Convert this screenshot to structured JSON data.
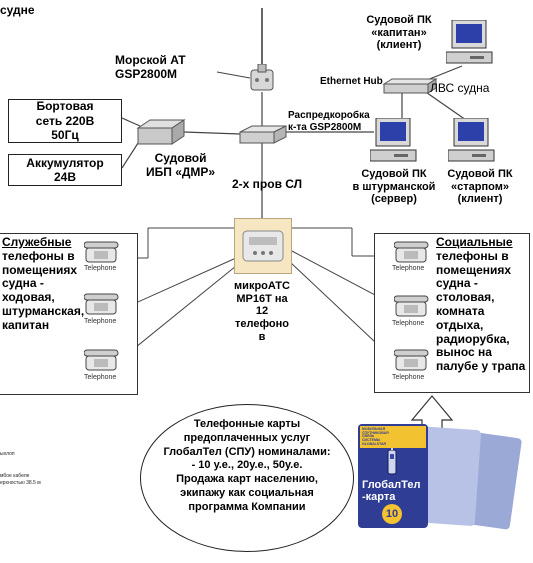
{
  "title_fragment": "судне",
  "nodes": {
    "marine_terminal": [
      "Морской АТ",
      "GSP2800M"
    ],
    "junction_box": [
      "Распредкоробка",
      "к-та GSP2800M"
    ],
    "onboard_power": [
      "Бортовая",
      "сеть 220В",
      "50Гц"
    ],
    "battery": [
      "Аккумулятор",
      "24В"
    ],
    "ups": [
      "Судовой",
      "ИБП «ДМР»"
    ],
    "two_wire": "2-х пров СЛ",
    "ethernet_hub": "Ethernet Hub",
    "lan": "ЛВС судна",
    "pc_captain": [
      "Судовой ПК",
      "«капитан»",
      "(клиент)"
    ],
    "pc_navigator": [
      "Судовой ПК",
      "в штурманской",
      "(сервер)"
    ],
    "pc_mate": [
      "Судовой ПК",
      "«старпом»",
      "(клиент)"
    ],
    "mini_pbx": [
      "микроАТС",
      "MP16T на",
      "12",
      "телефоно",
      "в"
    ]
  },
  "service_phones": {
    "heading": "Служебные",
    "lines": [
      "телефоны в",
      "помещениях",
      "судна -",
      "ходовая,",
      "штурманская,",
      "капитан"
    ]
  },
  "social_phones": {
    "heading": "Социальные",
    "lines": [
      "телефоны в",
      "помещениях",
      "судна -",
      "столовая,",
      "комната",
      "отдыха,",
      "радиорубка,",
      "вынос на",
      "палубе у трапа"
    ]
  },
  "telephone_label": "Telephone",
  "cards_note": [
    "Телефонные карты",
    "предоплаченных услуг",
    "ГлобалТел (СПУ) номиналами:",
    "- 10 у.е., 20у.е., 50у.е.",
    "Продажа карт населению,",
    "экипажу как социальная",
    "программа Компании"
  ],
  "card": {
    "brand": "ГлобалТел",
    "suffix": "-карта",
    "value": "10",
    "top_text": [
      "МОБИЛЬНАЯ",
      "СПУТНИКОВАЯ",
      "СВЯЗЬ",
      "СИСТЕМЫ",
      "GLOBALSTAR"
    ],
    "colors": {
      "card_bg": "#2f3d94",
      "accent": "#f2c230",
      "value_circle": "#f2c230"
    }
  },
  "left_fragments": [
    "ыхлоп",
    "мбое кабеле",
    "ерхностью 38.5 м"
  ]
}
